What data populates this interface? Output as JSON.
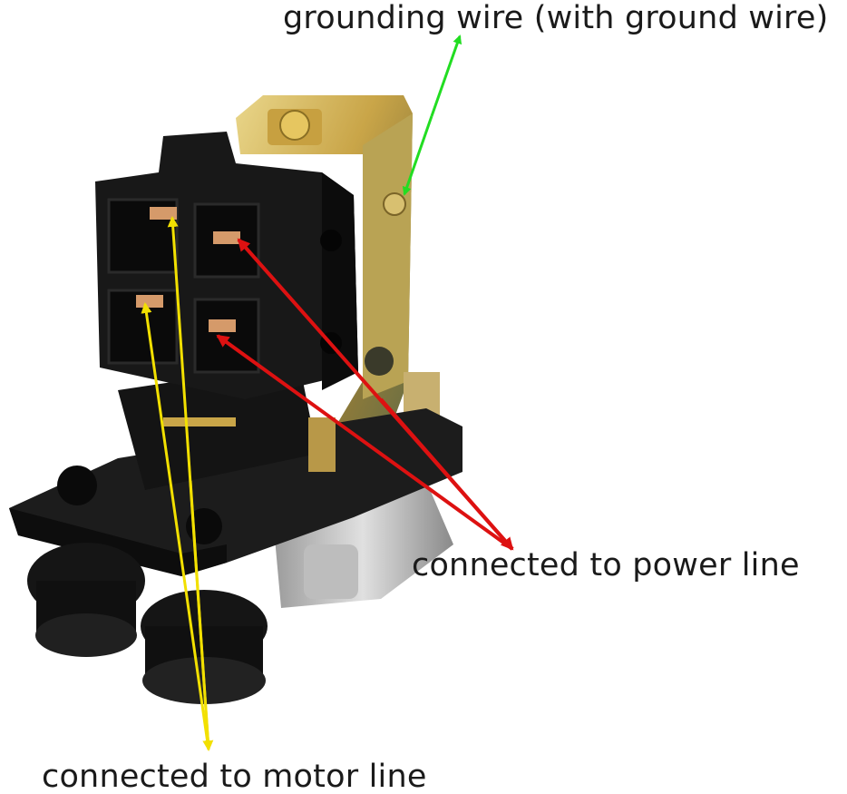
{
  "labels": {
    "grounding": "grounding wire (with ground wire)",
    "power": "connected to power line",
    "motor": "connected to motor line"
  },
  "colors": {
    "grounding_arrow": "#22dd22",
    "power_arrow": "#dd1111",
    "motor_arrow": "#f2e000"
  }
}
